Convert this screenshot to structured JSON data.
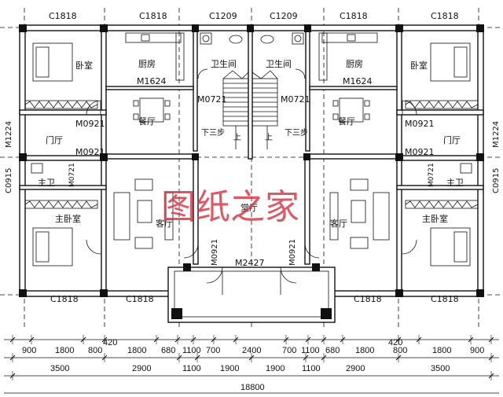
{
  "watermark": "图纸之家",
  "window_labels": {
    "top": [
      "C1818",
      "C1818",
      "C1209",
      "C1209",
      "C1818",
      "C1818"
    ],
    "bottom": [
      "C1818",
      "C1818",
      "C1818",
      "C1818"
    ],
    "side_left": [
      "M1224",
      "C0915"
    ],
    "side_right": [
      "M1224",
      "C0915"
    ]
  },
  "rooms": {
    "bedroom_left": "卧室",
    "bedroom_right": "卧室",
    "kitchen_left": "厨房",
    "kitchen_right": "厨房",
    "bath_left": "卫生间",
    "bath_right": "卫生间",
    "dining_left": "餐厅",
    "dining_right": "餐厅",
    "foyer_left": "门厅",
    "foyer_right": "门厅",
    "master_bath_left": "主卫",
    "master_bath_right": "主卫",
    "master_bed_left": "主卧室",
    "master_bed_right": "主卧室",
    "living_left": "客厅",
    "living_right": "客厅",
    "center_hall": "堂厅"
  },
  "door_labels": {
    "kitchen_left": "M1624",
    "kitchen_right": "M1624",
    "bath_left": "M0721",
    "bath_right": "M0721",
    "m0921_a": "M0921",
    "m0921_b": "M0921",
    "m0921_c": "M0921",
    "m0921_d": "M0921",
    "m0921_e": "M0921",
    "m0921_f": "M0921",
    "m2427": "M2427",
    "m0721_side_l": "M0721",
    "m0721_side_r": "M0721"
  },
  "stair_labels": {
    "down_left": "下三步",
    "down_right": "下三步",
    "up_left": "上",
    "up_right": "上"
  },
  "dimensions": {
    "row1": [
      "900",
      "1800",
      "800",
      "1800",
      "680",
      "1100",
      "700",
      "2400",
      "700",
      "1100",
      "680",
      "1800",
      "800",
      "1800",
      "900"
    ],
    "row2": [
      "3500",
      "2900",
      "1100",
      "1900",
      "1900",
      "1100",
      "2900",
      "3500"
    ],
    "row1_extra": [
      "420",
      "420"
    ],
    "total": "18800"
  }
}
